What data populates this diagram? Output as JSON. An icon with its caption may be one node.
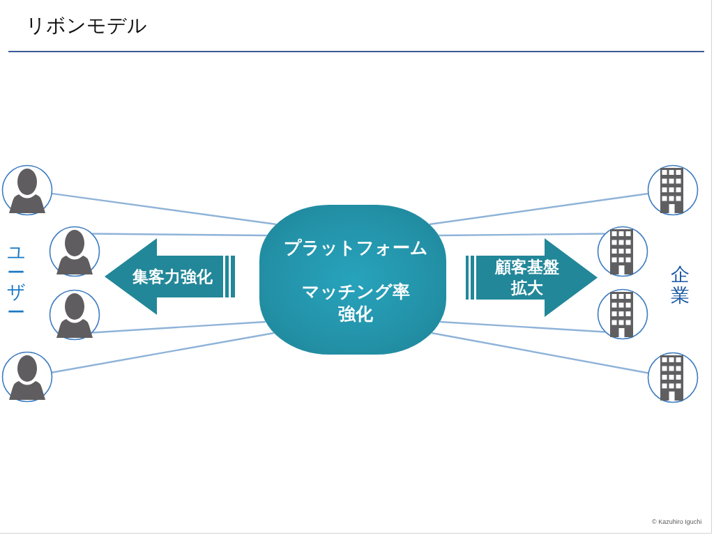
{
  "diagram": {
    "title": "リボンモデル",
    "nodes": [
      {
        "text": [],
        "shape": "person"
      },
      {
        "text": [],
        "shape": "person"
      },
      {
        "text": [],
        "shape": "person"
      },
      {
        "text": [],
        "shape": "person"
      },
      {
        "text": [
          "集客力強化"
        ]
      },
      {
        "text": [
          "プラットフォーム",
          "マッチング率強化"
        ]
      },
      {
        "text": [
          "顧客基盤拡大"
        ]
      },
      {
        "text": [],
        "shape": "building"
      },
      {
        "text": [],
        "shape": "building"
      },
      {
        "text": [],
        "shape": "building"
      },
      {
        "text": [],
        "shape": "building"
      }
    ],
    "edges": [
      {
        "from": 0,
        "to": 5,
        "arrow": "none"
      },
      {
        "from": 1,
        "to": 5,
        "arrow": "none"
      },
      {
        "from": 2,
        "to": 5,
        "arrow": "none"
      },
      {
        "from": 3,
        "to": 5,
        "arrow": "none"
      },
      {
        "from": 5,
        "to": 7,
        "arrow": "none"
      },
      {
        "from": 5,
        "to": 8,
        "arrow": "none"
      },
      {
        "from": 5,
        "to": 9,
        "arrow": "none"
      },
      {
        "from": 5,
        "to": 10,
        "arrow": "none"
      }
    ],
    "labels": [
      "ユーザー",
      "企業",
      "© Kazuhiro Iguchi"
    ]
  }
}
